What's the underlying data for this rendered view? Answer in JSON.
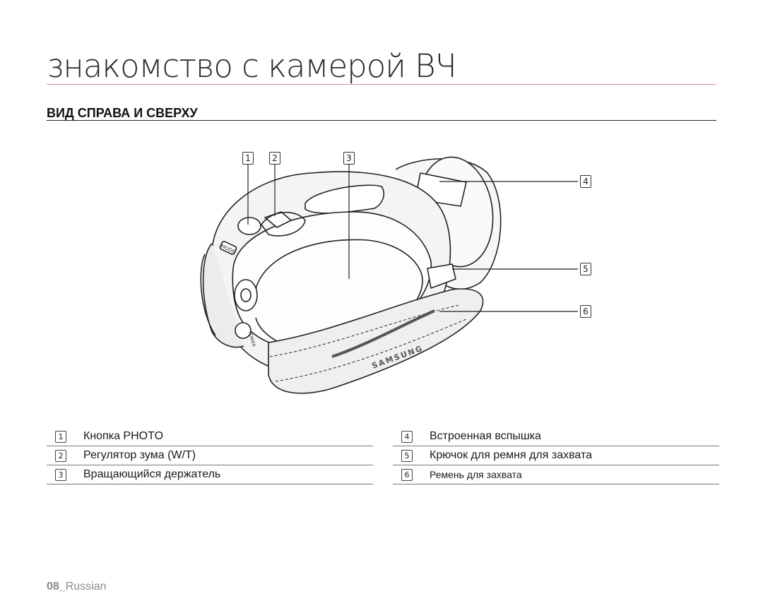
{
  "page": {
    "title": "знакомство с камерой ВЧ",
    "section_heading": "ВИД СПРАВА И СВЕРХУ"
  },
  "figure": {
    "callouts": [
      "1",
      "2",
      "3",
      "4",
      "5",
      "6"
    ],
    "strap_brand": "SAMSUNG",
    "button_labels": [
      "MODE",
      "POWER"
    ]
  },
  "legend": {
    "left": [
      {
        "num": "1",
        "text": "Кнопка PHOTO"
      },
      {
        "num": "2",
        "text": "Регулятор зума (W/T)"
      },
      {
        "num": "3",
        "text": "Вращающийся держатель"
      }
    ],
    "right": [
      {
        "num": "4",
        "text": "Встроенная вспышка"
      },
      {
        "num": "5",
        "text": "Крючок для ремня для захвата"
      },
      {
        "num": "6",
        "text": "Ремень для захвата"
      }
    ]
  },
  "footer": {
    "page_number": "08_",
    "language": "Russian"
  }
}
